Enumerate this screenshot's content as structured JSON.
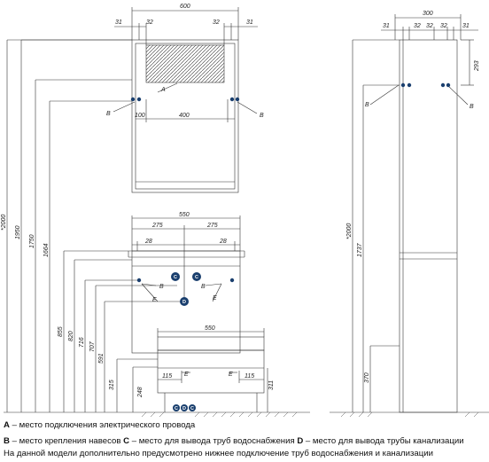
{
  "dimensions": {
    "mirror_width": "600",
    "mirror_left_offset": "31",
    "mirror_left_inner": "32",
    "mirror_right_inner": "32",
    "mirror_right_offset": "31",
    "mirror_hole_offset": "100",
    "mirror_hole_spacing": "400",
    "cabinet_width": "550",
    "cabinet_half_left": "275",
    "cabinet_half_right": "275",
    "cabinet_side_left": "28",
    "cabinet_side_right": "28",
    "inner_width": "550",
    "drain_left": "115",
    "drain_right": "115",
    "h_2000": "*2000",
    "h_1950": "1950",
    "h_1750": "1750",
    "h_1664": "1664",
    "h_855": "855",
    "h_820": "820",
    "h_716": "716",
    "h_707": "707",
    "h_591": "591",
    "h_315": "315",
    "h_248": "248",
    "h_311": "311",
    "col_width": "300",
    "col_left_offset": "31",
    "col_left_inner": "32",
    "col_center_left": "32",
    "col_center_right": "32",
    "col_right_offset": "31",
    "col_top_gap": "293",
    "col_h_2000": "*2000",
    "col_h_1737": "1737",
    "col_h_370": "370"
  },
  "markers": {
    "A": "A",
    "B": "B",
    "C": "C",
    "D": "D",
    "E": "E"
  },
  "legend": {
    "line1_key": "A",
    "line1_text": " – место подключения электрического провода",
    "line2_key_b": "B",
    "line2_text_b": " – место крепления навесов ",
    "line2_key_c": "C",
    "line2_text_c": " – место для вывода труб водоснабжения ",
    "line2_key_d": "D",
    "line2_text_d": " – место для вывода трубы канализации",
    "line3_text": "На данной модели дополнительно предусмотрено нижнее подключение труб водоснабжения и канализации"
  }
}
